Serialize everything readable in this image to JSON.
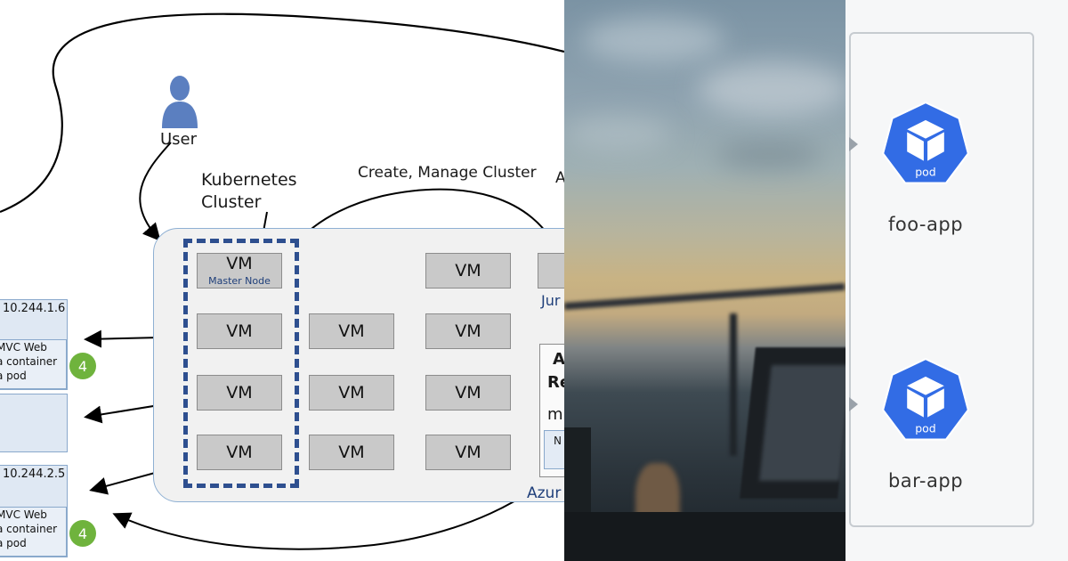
{
  "diagram": {
    "user_label": "User",
    "cluster_label": "Kubernetes\nCluster",
    "create_label": "Create, Manage Cluster",
    "cut_letter_top": "A",
    "vm_label": "VM",
    "master_sub": "Master Node",
    "jump_label": "Jur",
    "azure_label": "Azur",
    "acr_line1": "A",
    "acr_line2": "Re",
    "acr_line3": "m",
    "acr_small": "N",
    "node1": {
      "ip": "10.244.1.6",
      "l1": "MVC Web",
      "l2": "a container",
      "l3": "a pod",
      "badge": "4"
    },
    "node2": {
      "ip": "10.244.2.5",
      "l1": "MVC Web",
      "l2": "a container",
      "l3": "a pod",
      "badge": "4"
    }
  },
  "pods": {
    "icon_text": "pod",
    "foo_label": "foo-app",
    "bar_label": "bar-app"
  },
  "colors": {
    "dash": "#2e4f8f",
    "pod_blue": "#326ce5",
    "badge_green": "#6fb33d"
  }
}
